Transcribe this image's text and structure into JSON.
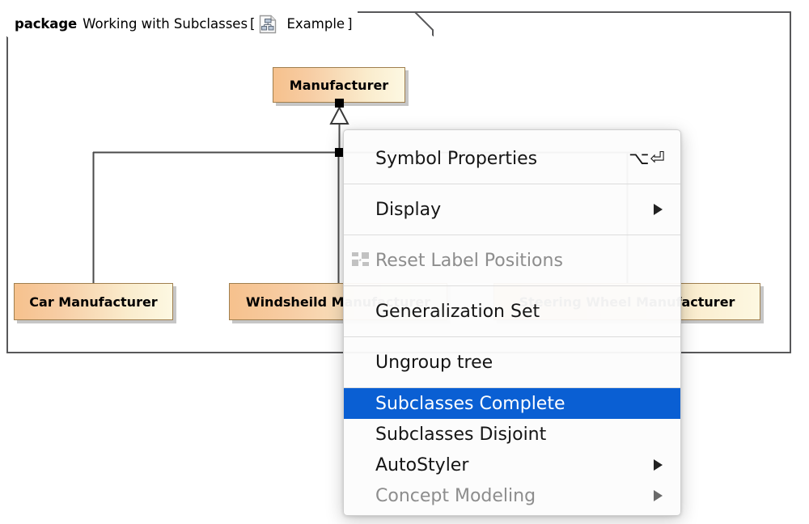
{
  "package": {
    "keyword": "package",
    "name": "Working with Subclasses",
    "bracket_open": "[",
    "bracket_close": "]",
    "diagram_label": "Example",
    "icon": "diagram-document-icon"
  },
  "diagram": {
    "classes": [
      {
        "id": "manufacturer",
        "name": "Manufacturer"
      },
      {
        "id": "car",
        "name": "Car Manufacturer"
      },
      {
        "id": "windshield",
        "name": "Windsheild Manufacturer"
      },
      {
        "id": "steering",
        "name": "Steering Wheel Manufacturer"
      }
    ],
    "relationship": "generalization-tree",
    "colors": {
      "class_fill_start": "#f6c18d",
      "class_fill_end": "#fdf8e2",
      "class_border": "#a07f4e",
      "frame_border": "#58585a",
      "line": "#4a4a4a"
    }
  },
  "context_menu": {
    "items": [
      {
        "label": "Symbol Properties",
        "shortcut": "⌥⏎",
        "arrow": false,
        "disabled": false,
        "selected": false,
        "icon": null,
        "tall": true,
        "sep_after": true
      },
      {
        "label": "Display",
        "shortcut": "",
        "arrow": true,
        "disabled": false,
        "selected": false,
        "icon": null,
        "tall": true,
        "sep_after": true
      },
      {
        "label": "Reset Label Positions",
        "shortcut": "",
        "arrow": false,
        "disabled": true,
        "selected": false,
        "icon": "reset-label-positions-icon",
        "tall": true,
        "sep_after": true
      },
      {
        "label": "Generalization Set",
        "shortcut": "",
        "arrow": false,
        "disabled": false,
        "selected": false,
        "icon": null,
        "tall": true,
        "sep_after": true
      },
      {
        "label": "Ungroup tree",
        "shortcut": "",
        "arrow": false,
        "disabled": false,
        "selected": false,
        "icon": null,
        "tall": true,
        "sep_after": true
      },
      {
        "label": "Subclasses Complete",
        "shortcut": "",
        "arrow": false,
        "disabled": false,
        "selected": true,
        "icon": null,
        "tall": false,
        "sep_after": false
      },
      {
        "label": "Subclasses Disjoint",
        "shortcut": "",
        "arrow": false,
        "disabled": false,
        "selected": false,
        "icon": null,
        "tall": false,
        "sep_after": false
      },
      {
        "label": "AutoStyler",
        "shortcut": "",
        "arrow": true,
        "disabled": false,
        "selected": false,
        "icon": null,
        "tall": false,
        "sep_after": false
      },
      {
        "label": "Concept Modeling",
        "shortcut": "",
        "arrow": true,
        "disabled": true,
        "selected": false,
        "icon": null,
        "tall": false,
        "sep_after": false
      }
    ],
    "highlight_color": "#0a5fd3",
    "highlight_text_color": "#ffffff"
  }
}
